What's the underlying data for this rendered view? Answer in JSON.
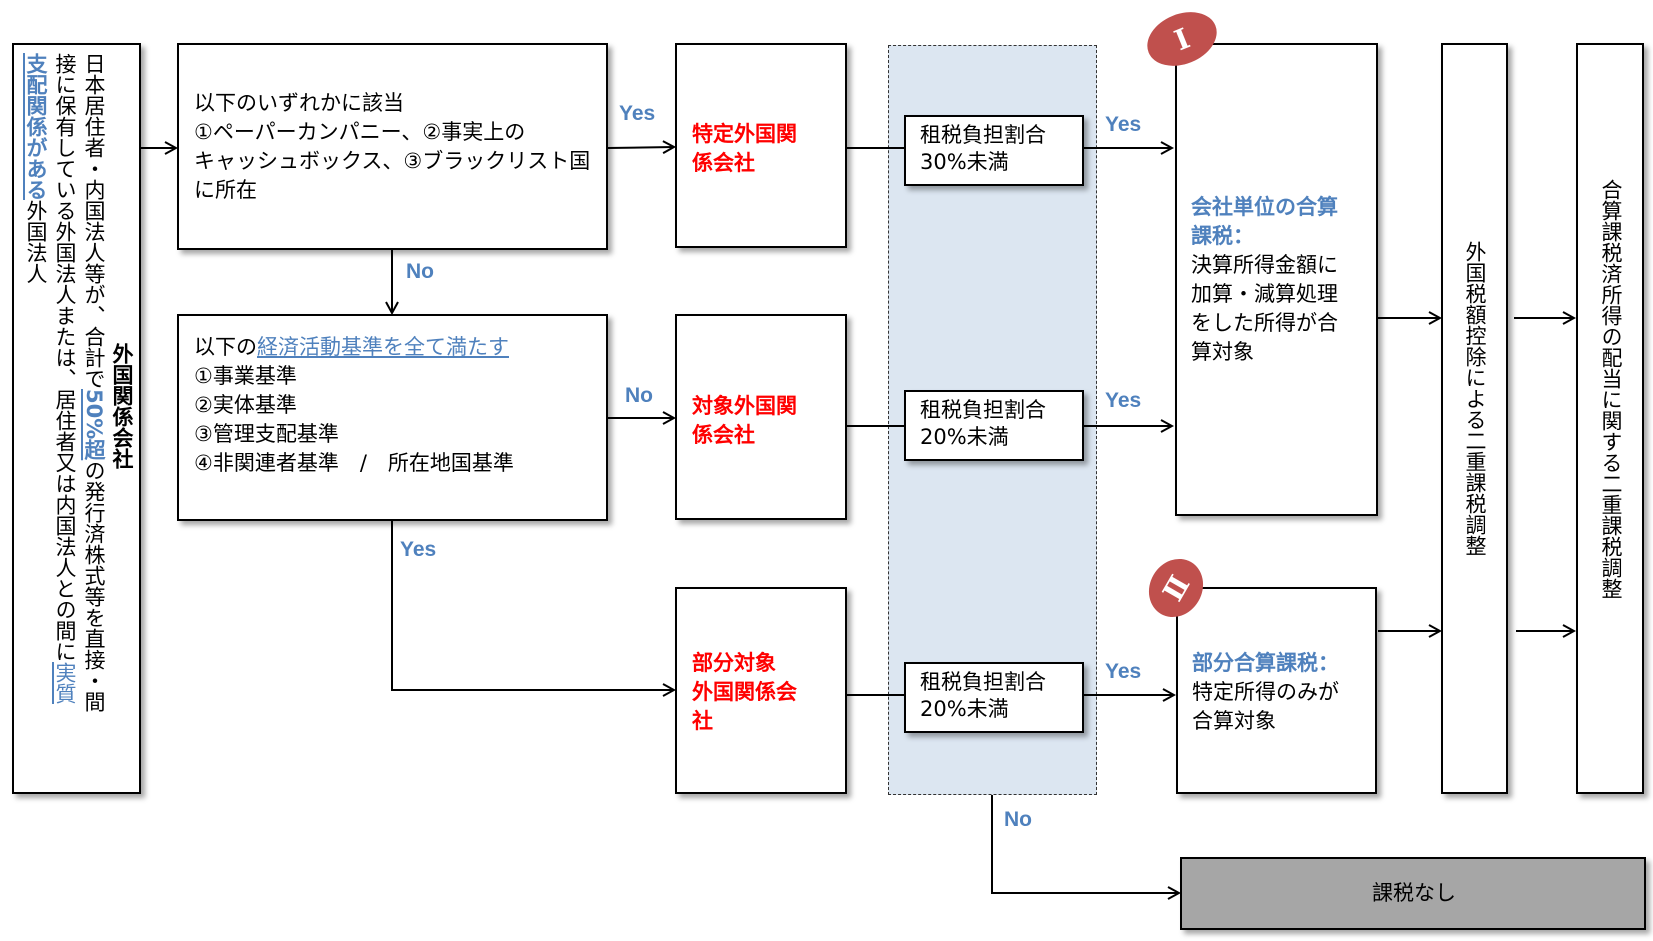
{
  "left_box": {
    "title": "外国関係会社",
    "col1": [
      "日本居住者・内国法人等が、合計で",
      "50%超",
      "の発行済株式等を直接・間"
    ],
    "col2": [
      "接に保有している外国法人または、居住者又は内国法人との間に",
      "実質"
    ],
    "col3": [
      "支配関係がある",
      "外国法人"
    ]
  },
  "cond1": {
    "lines": [
      "以下のいずれかに該当",
      "①ペーパーカンパニー、②事実上の",
      "キャッシュボックス、③ブラックリスト国",
      "に所在"
    ]
  },
  "cond2": {
    "lead": "以下の",
    "highlight": "経済活動基準を全て満たす",
    "lines": [
      "①事業基準",
      "②実体基準",
      "③管理支配基準",
      "④非関連者基準　/　所在地国基準"
    ]
  },
  "company_types": [
    {
      "lines": [
        "特定外国関",
        "係会社"
      ]
    },
    {
      "lines": [
        "対象外国関",
        "係会社"
      ]
    },
    {
      "lines": [
        "部分対象",
        "外国関係会",
        "社"
      ]
    }
  ],
  "tax_tests": [
    {
      "lines": [
        "租税負担割合",
        "30%未満"
      ]
    },
    {
      "lines": [
        "租税負担割合",
        "20%未満"
      ]
    },
    {
      "lines": [
        "租税負担割合",
        "20%未満"
      ]
    }
  ],
  "result1": {
    "badge": "Ⅰ",
    "heading": [
      "会社単位の合算",
      "課税："
    ],
    "lines": [
      "決算所得金額に",
      "加算・減算処理",
      "をした所得が合",
      "算対象"
    ]
  },
  "result2": {
    "badge": "Ⅱ",
    "heading": "部分合算課税：",
    "lines": [
      "特定所得のみが",
      "合算対象"
    ]
  },
  "adjust1": "外国税額控除による二重課税調整",
  "adjust2": "合算課税済所得の配当に関する二重課税調整",
  "no_tax": "課税なし",
  "labels": {
    "yes": "Yes",
    "no": "No"
  },
  "colors": {
    "accent_blue": "#4f81bd",
    "red": "#ff0000",
    "band": "#dce6f1",
    "badge": "#c0504d",
    "gray": "#a6a6a6"
  }
}
